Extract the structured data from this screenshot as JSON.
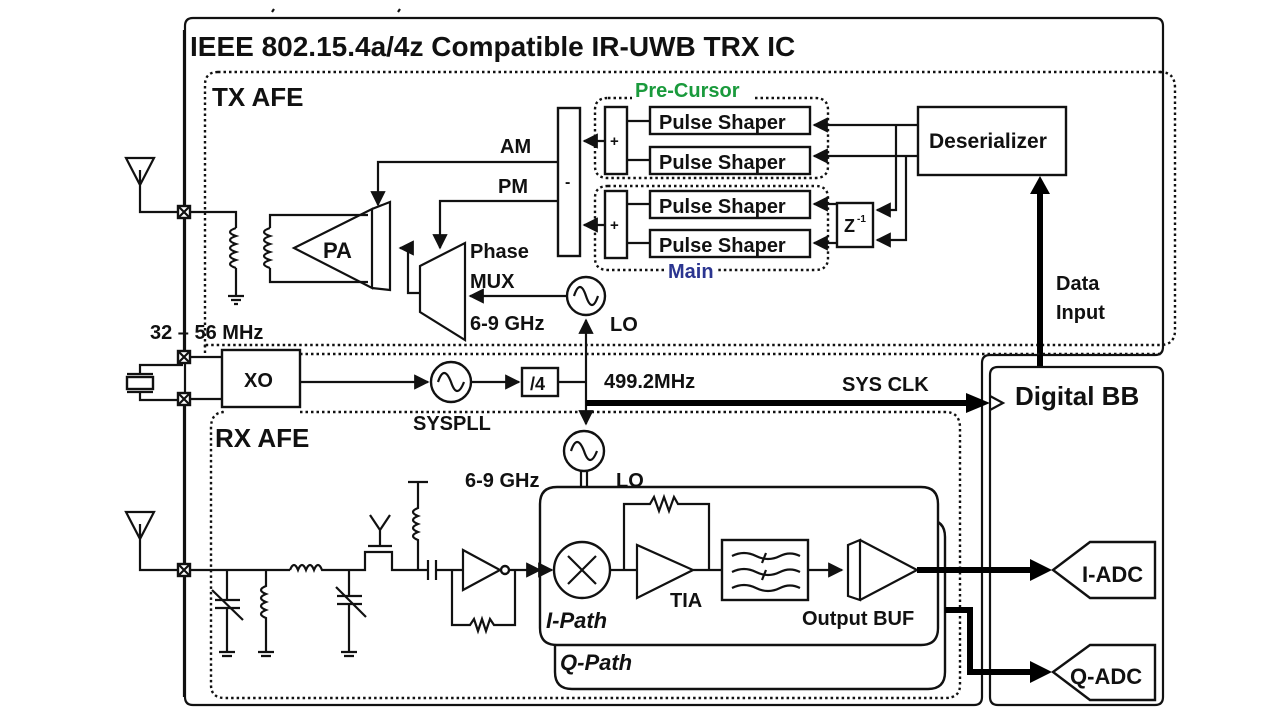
{
  "title": "IEEE 802.15.4a/4z Compatible IR-UWB TRX IC",
  "tx": {
    "label": "TX AFE",
    "am": "AM",
    "pm": "PM",
    "pa": "PA",
    "phase_mux": [
      "Phase",
      "MUX"
    ],
    "freq": "6-9 GHz",
    "lo": "LO",
    "subtract": "-",
    "adder": "+",
    "pre_cursor_label": "Pre-Cursor",
    "main_label": "Main",
    "pulse_shapers": [
      "Pulse Shaper",
      "Pulse Shaper",
      "Pulse Shaper",
      "Pulse Shaper"
    ],
    "delay": "Z",
    "delay_exp": "-1",
    "deserializer": "Deserializer",
    "data_input": [
      "Data",
      "Input"
    ]
  },
  "clock": {
    "xtal_freq": "32 – 56 MHz",
    "xo": "XO",
    "syspll": "SYSPLL",
    "divider": "/4",
    "freq": "499.2MHz",
    "sys_clk": "SYS CLK"
  },
  "rx": {
    "label": "RX AFE",
    "freq": "6-9 GHz",
    "lo": "LO",
    "tia": "TIA",
    "output_buf": "Output BUF",
    "i_path": "I-Path",
    "q_path": "Q-Path"
  },
  "digital": {
    "label": "Digital BB",
    "i_adc": "I-ADC",
    "q_adc": "Q-ADC"
  },
  "colors": {
    "pre_cursor": "#1a9a3c",
    "main": "#2b3590"
  }
}
